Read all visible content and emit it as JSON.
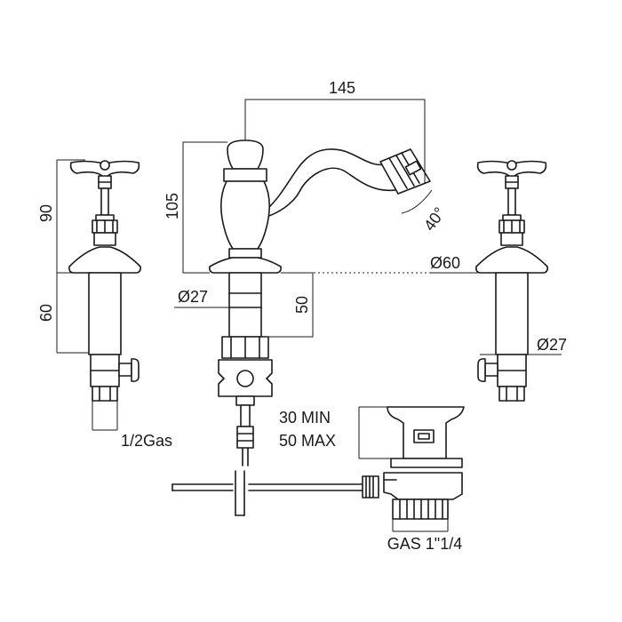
{
  "dimensions": {
    "spout_reach": "145",
    "body_height": "105",
    "spout_angle": "40°",
    "side_valve_height": "90",
    "side_valve_lower": "60",
    "body_diameter": "Ø27",
    "side_diameter": "Ø27",
    "flange_diameter": "Ø60",
    "shank_length": "50",
    "waste_min": "30 MIN",
    "waste_max": "50 MAX",
    "inlet_thread": "1/2Gas",
    "waste_thread": "GAS 1\"1/4"
  }
}
